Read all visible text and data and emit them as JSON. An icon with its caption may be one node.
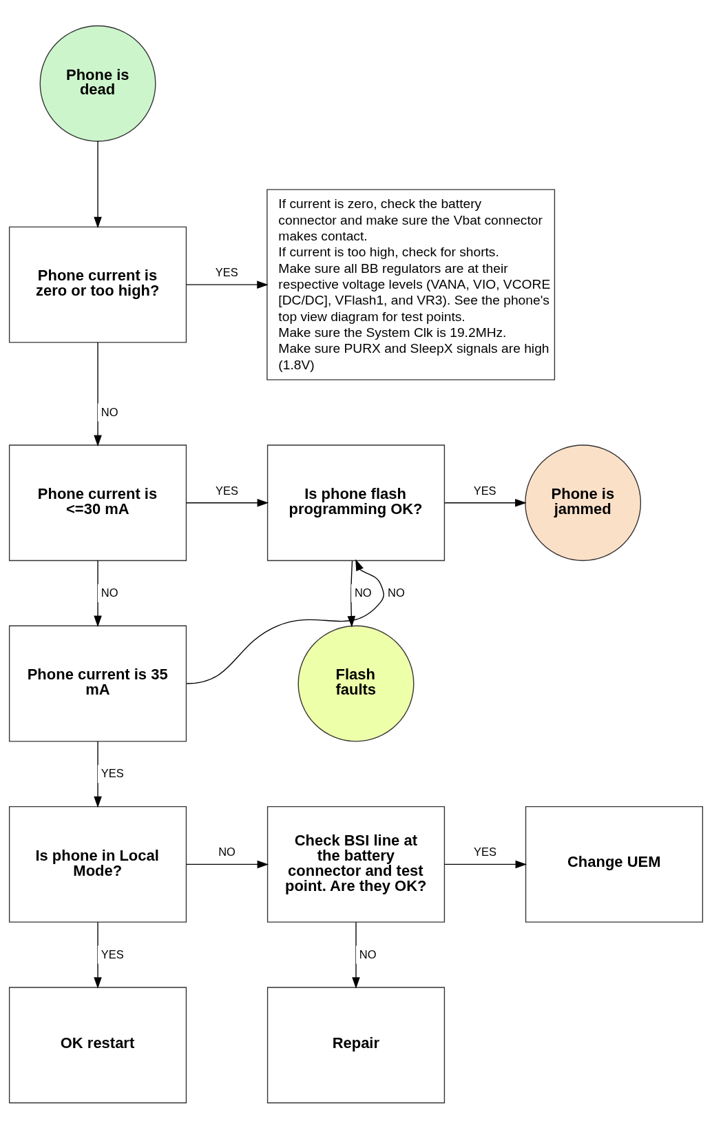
{
  "diagram": {
    "nodes": [
      {
        "text": [
          "Phone is dead"
        ]
      },
      {
        "text": [
          "Phone current is zero or too high?"
        ]
      },
      {
        "text": [
          "If current is zero, check the battery connector and make sure the Vbat connector makes contact.",
          "If current is too high, check for shorts.",
          "Make sure all BB regulators are at their respective voltage levels (VANA, VIO, VCORE [DC/DC], VFlash1, and VR3). See the phone's top view diagram for test points.",
          "Make sure the System Clk is 19.2MHz.",
          "Make sure PURX and SleepX signals are high (1.8V)"
        ]
      },
      {
        "text": [
          "Phone current is <=30 mA"
        ]
      },
      {
        "text": [
          "Is phone flash programming OK?"
        ]
      },
      {
        "text": [
          "Phone is jammed"
        ]
      },
      {
        "text": [
          "Phone current is 35 mA"
        ]
      },
      {
        "text": [
          "Flash faults"
        ]
      },
      {
        "text": [
          "Is phone in Local Mode?"
        ]
      },
      {
        "text": [
          "Check BSI line at the battery connector and test point. Are they OK?"
        ]
      },
      {
        "text": [
          "Change UEM"
        ]
      },
      {
        "text": [
          "OK restart"
        ]
      },
      {
        "text": [
          "Repair"
        ]
      }
    ],
    "edges": [
      {
        "from": 0,
        "to": 1,
        "arrow": "to"
      },
      {
        "from": 1,
        "to": 2,
        "arrow": "to",
        "label": "YES"
      },
      {
        "from": 1,
        "to": 3,
        "arrow": "to",
        "label": "NO"
      },
      {
        "from": 3,
        "to": 4,
        "arrow": "to",
        "label": "YES"
      },
      {
        "from": 4,
        "to": 5,
        "arrow": "to",
        "label": "YES"
      },
      {
        "from": 3,
        "to": 6,
        "arrow": "to",
        "label": "NO"
      },
      {
        "from": 4,
        "to": 7,
        "arrow": "to",
        "label": "NO"
      },
      {
        "from": 6,
        "to": 4,
        "arrow": "to",
        "label": "NO"
      },
      {
        "from": 6,
        "to": 8,
        "arrow": "to",
        "label": "YES"
      },
      {
        "from": 8,
        "to": 9,
        "arrow": "to",
        "label": "NO"
      },
      {
        "from": 8,
        "to": 11,
        "arrow": "to",
        "label": "YES"
      },
      {
        "from": 9,
        "to": 10,
        "arrow": "to",
        "label": "YES"
      },
      {
        "from": 9,
        "to": 12,
        "arrow": "to",
        "label": "NO"
      }
    ]
  }
}
